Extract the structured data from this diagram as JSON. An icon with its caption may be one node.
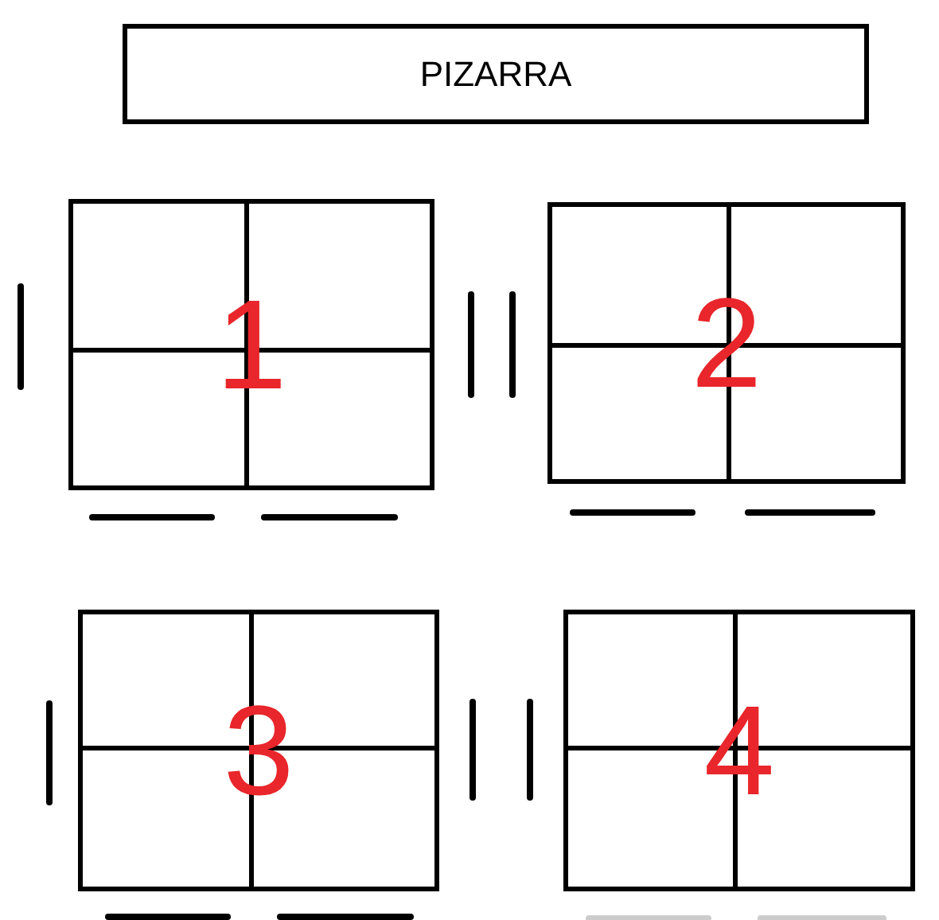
{
  "diagram": {
    "nodes": [
      {
        "text": [
          "PIZARRA"
        ]
      },
      {
        "text": [
          "1"
        ]
      },
      {
        "text": [
          "2"
        ]
      },
      {
        "text": [
          "3"
        ]
      },
      {
        "text": [
          "4"
        ]
      }
    ],
    "edges": []
  }
}
